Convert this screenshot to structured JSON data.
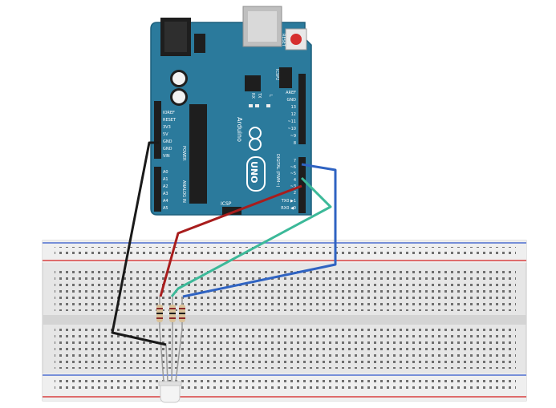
{
  "board": {
    "reset_label": "RESET",
    "icsp2_label": "ICSP2",
    "tx_label": "TX",
    "rx_label": "RX",
    "l_label": "L",
    "brand_label": "Arduino",
    "model_label": "UNO",
    "digital_label": "DIGITAL (PWM~)",
    "power_label": "POWER",
    "analog_label": "ANALOG IN",
    "icsp_label": "ICSP",
    "power_pins": [
      "IOREF",
      "RESET",
      "3V3",
      "5V",
      "GND",
      "GND",
      "VIN"
    ],
    "analog_pins": [
      "A0",
      "A1",
      "A2",
      "A3",
      "A4",
      "A5"
    ],
    "digital_pins": [
      "AREF",
      "GND",
      "13",
      "12",
      "~11",
      "~10",
      "~9",
      "8",
      "7",
      "~6",
      "~5",
      "4",
      "~3",
      "2",
      "TX0 ▶1",
      "RX0 ◀0"
    ]
  },
  "colors": {
    "board": "#2b7a9c",
    "board_dark": "#1d5f7c",
    "wire_black": "#1a1a1a",
    "wire_red": "#a81d1d",
    "wire_green": "#3cb999",
    "wire_blue": "#2f63c2",
    "rail_red": "#d94141",
    "rail_blue": "#4f6fd0",
    "breadboard": "#e8e8e8"
  },
  "icons": [
    "reset-button-icon",
    "power-jack-icon",
    "usb-port-icon",
    "capacitor-icon",
    "chip-icon",
    "rgb-led-icon",
    "resistor-icon"
  ]
}
